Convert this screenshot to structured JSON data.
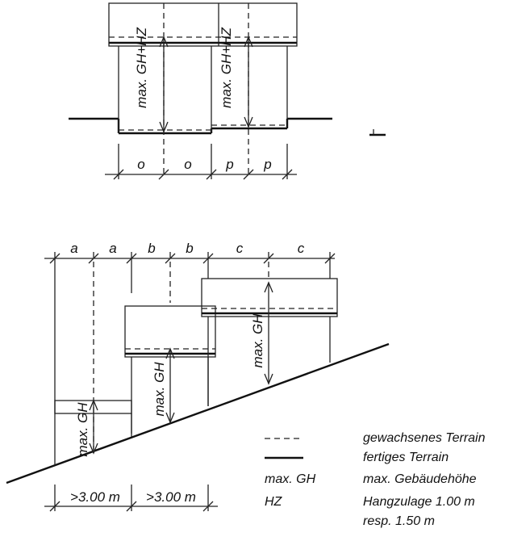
{
  "top_section": {
    "dim_labels": [
      "o",
      "o",
      "p",
      "p"
    ],
    "height_label": "max. GH+HZ"
  },
  "bottom_section": {
    "dim_labels_top": [
      "a",
      "a",
      "b",
      "b",
      "c",
      "c"
    ],
    "height_label": "max. GH",
    "dim_labels_bottom": [
      ">3.00 m",
      ">3.00 m"
    ]
  },
  "legend": {
    "rows": [
      {
        "key": "",
        "text": "gewachsenes Terrain"
      },
      {
        "key": "",
        "text": "fertiges Terrain"
      },
      {
        "key": "max. GH",
        "text": "max. Gebäudehöhe"
      },
      {
        "key": "HZ",
        "text": "Hangzulage 1.00 m"
      },
      {
        "key": "",
        "text": "resp. 1.50 m"
      }
    ]
  }
}
